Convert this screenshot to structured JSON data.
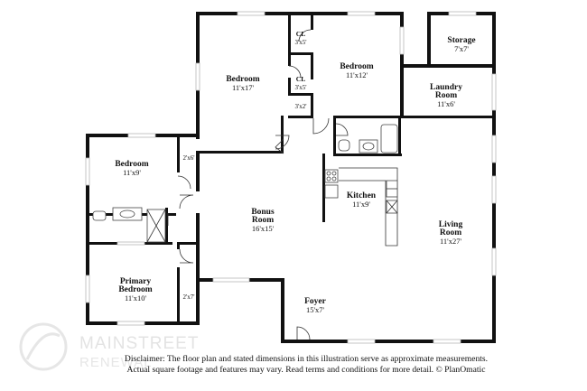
{
  "rooms": {
    "bedroom_top": {
      "name": "Bedroom",
      "dims": "11'x17'"
    },
    "closet_1": {
      "name": "CL",
      "dims": "3'x5'"
    },
    "closet_2": {
      "name": "CL",
      "dims": "3'x5'"
    },
    "closet_3": {
      "dims": "3'x2'"
    },
    "bedroom_right": {
      "name": "Bedroom",
      "dims": "11'x12'"
    },
    "storage": {
      "name": "Storage",
      "dims": "7'x7'"
    },
    "laundry": {
      "name": "Laundry",
      "name2": "Room",
      "dims": "11'x6'"
    },
    "bedroom_left": {
      "name": "Bedroom",
      "dims": "11'x9'"
    },
    "closet_left": {
      "dims": "2'x6'"
    },
    "bonus": {
      "name": "Bonus",
      "name2": "Room",
      "dims": "16'x15'"
    },
    "kitchen": {
      "name": "Kitchen",
      "dims": "11'x9'"
    },
    "living": {
      "name": "Living",
      "name2": "Room",
      "dims": "11'x27'"
    },
    "primary": {
      "name": "Primary",
      "name2": "Bedroom",
      "dims": "11'x10'"
    },
    "closet_primary": {
      "dims": "2'x7'"
    },
    "foyer": {
      "name": "Foyer",
      "dims": "15'x7'"
    }
  },
  "watermark": {
    "line1": "MAINSTREET",
    "line2": "RENEWAL"
  },
  "disclaimer": {
    "line1": "Disclaimer: The floor plan and stated dimensions in this illustration serve as approximate measurements.",
    "line2": "Actual square footage and features may vary. Read terms and conditions for more detail. © PlanOmatic"
  }
}
